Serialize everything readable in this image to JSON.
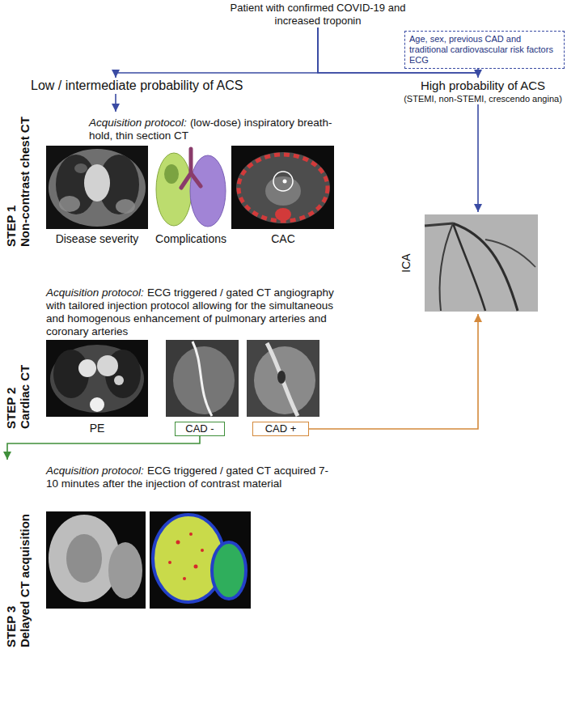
{
  "diagram": {
    "nodes": [
      {
        "text": [
          "Patient with confirmed COVID-19 and increased troponin"
        ]
      },
      {
        "text": [
          "Age, sex, previous CAD and traditional cardiovascular risk factors ECG"
        ]
      },
      {
        "text": [
          "Low / intermediate probability of ACS"
        ]
      },
      {
        "text": [
          "High probability of ACS",
          "(STEMI, non-STEMI, crescendo angina)"
        ]
      },
      {
        "text": [
          "STEP 1",
          "Non-contrast chest CT",
          "Acquisition protocol:",
          "(low-dose) inspiratory breath-hold, thin section CT"
        ]
      },
      {
        "text": [
          "ICA"
        ]
      },
      {
        "text": [
          "STEP 2",
          "Cardiac CT",
          "Acquisition protocol:",
          "ECG triggered / gated CT angiography with tailored injection protocol allowing for the simultaneous and homogenous enhancement of pulmonary arteries and coronary arteries"
        ]
      },
      {
        "text": [
          "CAD -"
        ],
        "in": 6
      },
      {
        "text": [
          "CAD +"
        ],
        "in": 6
      },
      {
        "text": [
          "STEP 3",
          "Delayed CT acquisition",
          "Acquisition protocol:",
          "ECG triggered / gated CT acquired 7-10 minutes after the injection of contrast material"
        ]
      }
    ],
    "edges": [
      {
        "from": 0,
        "to": 2,
        "arrow": "to"
      },
      {
        "from": 0,
        "to": 3,
        "arrow": "to"
      },
      {
        "from": 0,
        "to": 1,
        "arrow": "none"
      },
      {
        "from": 2,
        "to": 4,
        "arrow": "to"
      },
      {
        "from": 3,
        "to": 5,
        "arrow": "to"
      },
      {
        "from": 8,
        "to": 5,
        "arrow": "to"
      },
      {
        "from": 7,
        "to": 9,
        "arrow": "to"
      }
    ],
    "labels": [
      "Disease severity",
      "Complications",
      "CAC",
      "PE"
    ]
  }
}
